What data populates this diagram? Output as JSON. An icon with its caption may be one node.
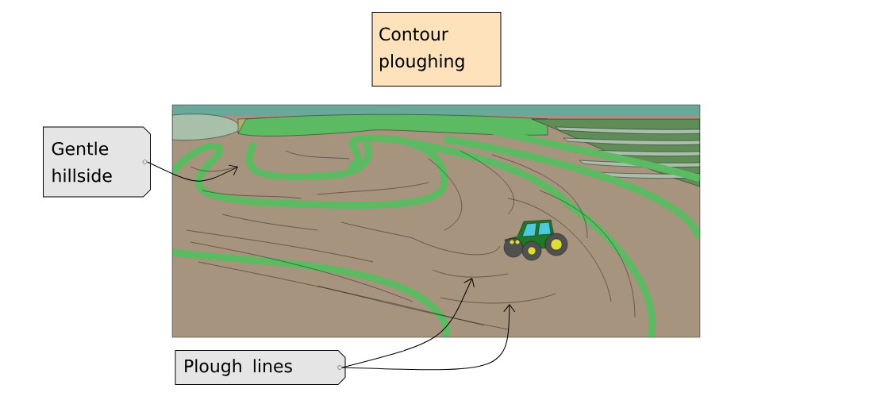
{
  "diagram": {
    "nodes": [
      {
        "text": [
          "Contour ploughing"
        ]
      },
      {
        "text": [
          "Gentle hillside"
        ]
      },
      {
        "text": [
          "Plough lines"
        ]
      },
      {
        "text": [],
        "shape": "picture"
      }
    ],
    "edges": [
      {
        "from": 1,
        "to": 3,
        "arrow": "to"
      },
      {
        "from": 2,
        "to": 3,
        "arrow": "to"
      },
      {
        "from": 2,
        "to": 3,
        "arrow": "to"
      }
    ]
  }
}
